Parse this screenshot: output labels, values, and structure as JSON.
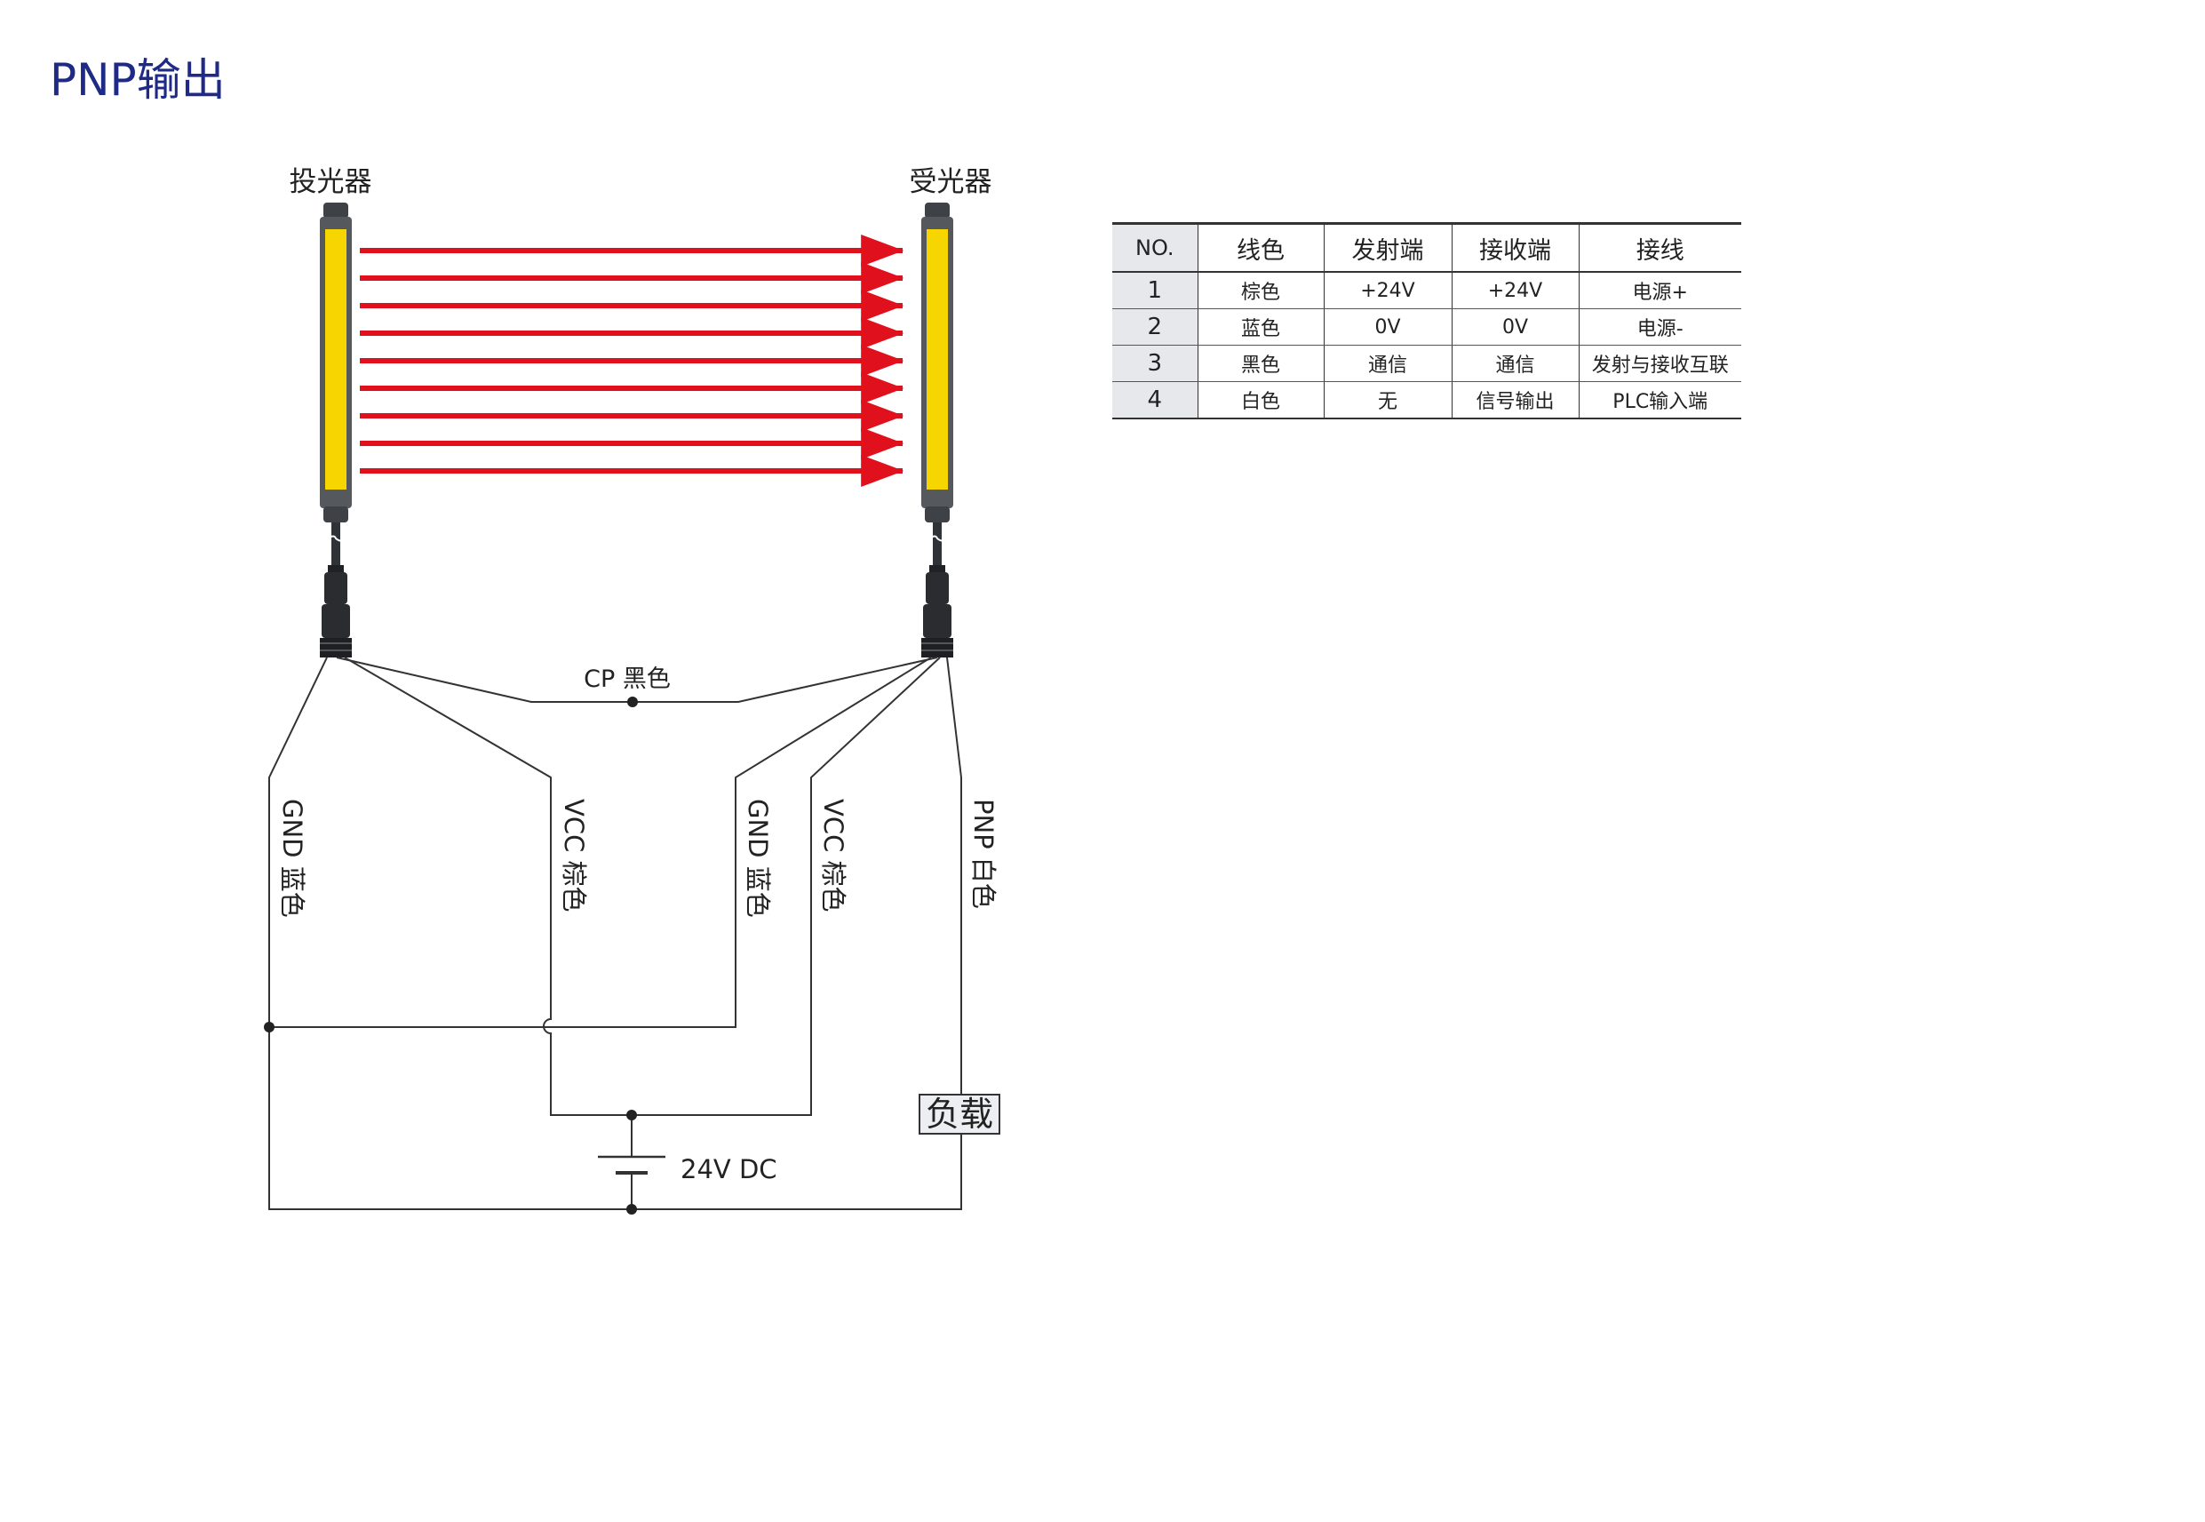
{
  "title": "PNP输出",
  "emitter": {
    "label": "投光器"
  },
  "receiver": {
    "label": "受光器"
  },
  "beams": {
    "count": 9
  },
  "wires": {
    "cp": "CP 黑色",
    "emitter_gnd": "GND 蓝色",
    "emitter_vcc": "VCC 棕色",
    "receiver_gnd": "GND 蓝色",
    "receiver_vcc": "VCC 棕色",
    "receiver_pnp": "PNP 白色"
  },
  "power_supply": "24V DC",
  "load": "负载",
  "table": {
    "headers": [
      "NO.",
      "线色",
      "发射端",
      "接收端",
      "接线"
    ],
    "rows": [
      [
        "1",
        "棕色",
        "+24V",
        "+24V",
        "电源+"
      ],
      [
        "2",
        "蓝色",
        "0V",
        "0V",
        "电源-"
      ],
      [
        "3",
        "黑色",
        "通信",
        "通信",
        "发射与接收互联"
      ],
      [
        "4",
        "白色",
        "无",
        "信号输出",
        "PLC输入端"
      ]
    ]
  },
  "colors": {
    "title": "#1e2a86",
    "beam": "#e0101c",
    "sensor_window": "#f7d500",
    "sensor_housing": "#55595e",
    "wire": "#333333",
    "table_index_bg": "#e6e8ec"
  }
}
